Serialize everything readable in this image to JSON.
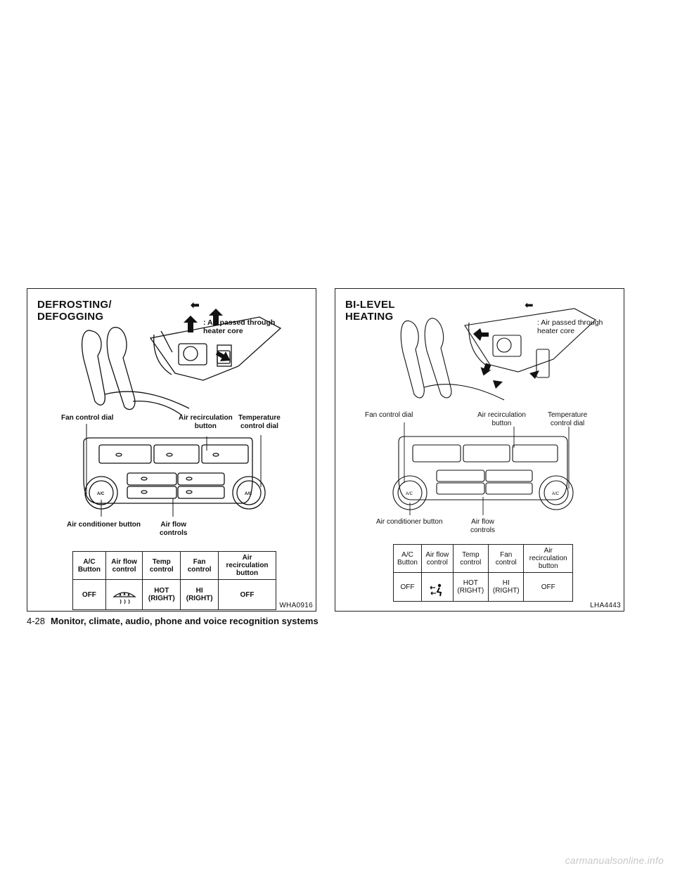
{
  "panels": [
    {
      "title": "DEFROSTING/\nDEFOGGING",
      "legend": ": Air passed through\n  heater core",
      "labels": {
        "fan_dial": "Fan control dial",
        "air_recirc": "Air recirculation\nbutton",
        "temp_dial": "Temperature\ncontrol dial",
        "ac_button": "Air conditioner button",
        "air_flow": "Air flow\ncontrols"
      },
      "dial_label": "A/C",
      "table": {
        "headers": [
          "A/C\nButton",
          "Air flow\ncontrol",
          "Temp\ncontrol",
          "Fan\ncontrol",
          "Air\nrecirculation\nbutton"
        ],
        "values": [
          "OFF",
          "",
          "HOT\n(RIGHT)",
          "HI\n(RIGHT)",
          "OFF"
        ],
        "airflow_icon": "defrost-icon"
      },
      "code": "WHA0916"
    },
    {
      "title": "BI-LEVEL\nHEATING",
      "legend": ": Air passed through\n  heater core",
      "labels": {
        "fan_dial": "Fan control dial",
        "air_recirc": "Air recirculation\nbutton",
        "temp_dial": "Temperature\ncontrol dial",
        "ac_button": "Air conditioner button",
        "air_flow": "Air flow\ncontrols"
      },
      "dial_label": "A/C",
      "table": {
        "headers": [
          "A/C\nButton",
          "Air flow\ncontrol",
          "Temp\ncontrol",
          "Fan\ncontrol",
          "Air\nrecirculation\nbutton"
        ],
        "values": [
          "OFF",
          "",
          "HOT\n(RIGHT)",
          "HI\n(RIGHT)",
          "OFF"
        ],
        "airflow_icon": "bi-level-icon"
      },
      "code": "LHA4443"
    }
  ],
  "footer": {
    "page": "4-28",
    "section": "Monitor, climate, audio, phone and voice recognition systems"
  },
  "watermark": "carmanualsonline.info"
}
